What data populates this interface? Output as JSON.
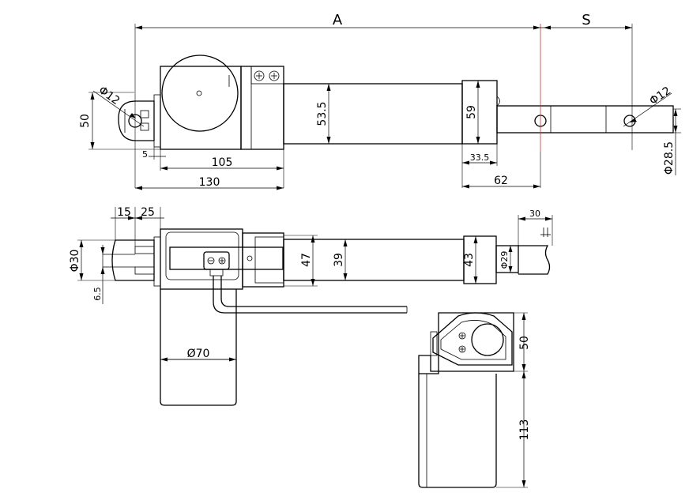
{
  "dimensions": {
    "A": "A",
    "S": "S",
    "d12_left": "Φ12",
    "d12_right": "Φ12",
    "h50_side": "50",
    "h53_5": "53.5",
    "h59": "59",
    "w5": "5",
    "w105": "105",
    "w130": "130",
    "w33_5": "33.5",
    "w62": "62",
    "d28_5": "Φ28.5",
    "w15": "15",
    "w25": "25",
    "d30": "Φ30",
    "h6_5": "6.5",
    "h47": "47",
    "h39": "39",
    "h43": "43",
    "d29": "Φ29",
    "w30": "30",
    "d70": "Ø70",
    "h50_end": "50",
    "h113": "113"
  }
}
